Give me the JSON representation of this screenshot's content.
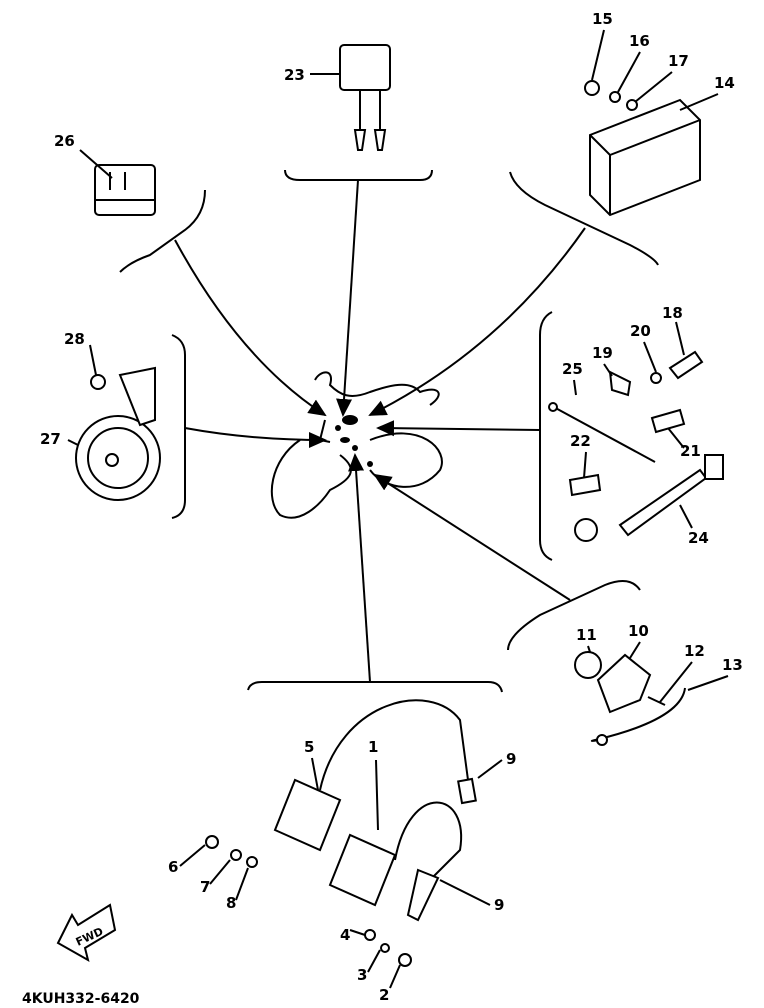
{
  "diagram": {
    "part_code": "4KUH332-6420",
    "fwd_label": "FWD",
    "callouts": [
      "1",
      "2",
      "3",
      "4",
      "5",
      "6",
      "7",
      "8",
      "9",
      "9",
      "10",
      "11",
      "12",
      "13",
      "14",
      "15",
      "16",
      "17",
      "18",
      "19",
      "20",
      "21",
      "22",
      "23",
      "24",
      "25",
      "26",
      "27",
      "28"
    ],
    "colors": {
      "ink": "#000000",
      "background": "#ffffff"
    }
  }
}
